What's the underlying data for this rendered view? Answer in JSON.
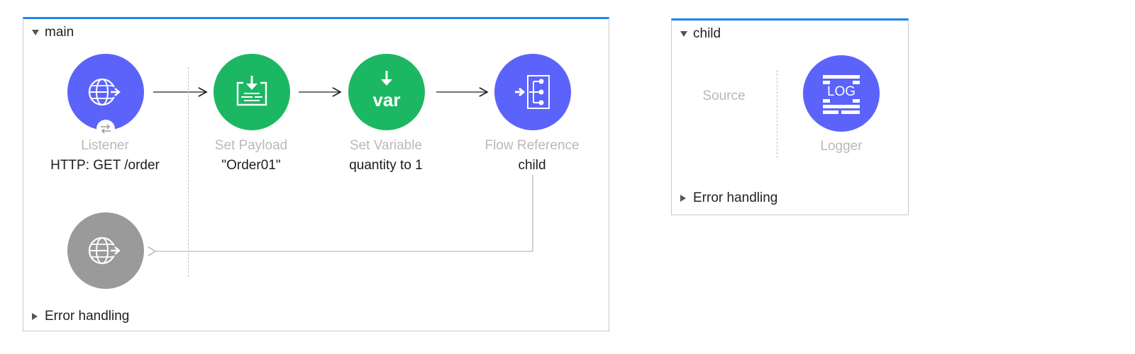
{
  "main_flow": {
    "name": "main",
    "error_handling_label": "Error handling",
    "components": [
      {
        "type": "Listener",
        "detail": "HTTP: GET /order",
        "icon": "http-listener-icon",
        "color": "#5b63fa"
      },
      {
        "type": "Set Payload",
        "detail": "\"Order01\"",
        "icon": "set-payload-icon",
        "color": "#1cb762"
      },
      {
        "type": "Set Variable",
        "detail": "quantity to 1",
        "icon": "var-icon",
        "color": "#1cb762",
        "icon_text": "var"
      },
      {
        "type": "Flow Reference",
        "detail": "child",
        "icon": "flow-reference-icon",
        "color": "#5b63fa"
      }
    ],
    "response_icon": "http-response-icon"
  },
  "child_flow": {
    "name": "child",
    "source_label": "Source",
    "error_handling_label": "Error handling",
    "components": [
      {
        "type": "Logger",
        "icon": "logger-icon",
        "color": "#5b63fa",
        "icon_text": "LOG"
      }
    ]
  },
  "colors": {
    "accent": "#1a85f0",
    "blue_node": "#5b63fa",
    "green_node": "#1cb762",
    "gray_node": "#9a9a9a"
  }
}
